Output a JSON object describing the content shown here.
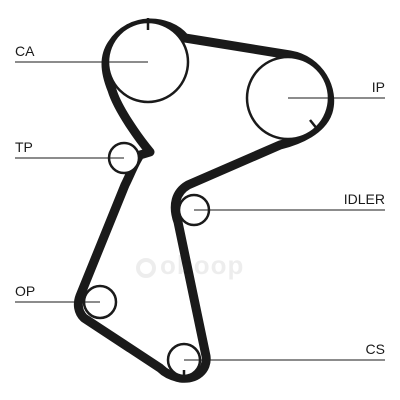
{
  "labels": {
    "ca": "CA",
    "ip": "IP",
    "tp": "TP",
    "idler": "IDLER",
    "op": "OP",
    "cs": "CS"
  },
  "watermark": "oboop",
  "colors": {
    "belt": "#1a1a1a",
    "pulley_stroke": "#1a1a1a",
    "leader": "#1a1a1a",
    "background": "#ffffff"
  }
}
